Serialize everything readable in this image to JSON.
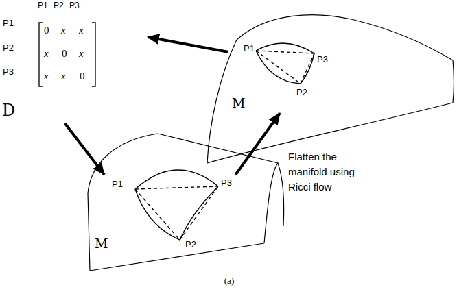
{
  "diagram": {
    "caption": "(a)",
    "nodes": [
      {
        "text": [
          "P1",
          "P2",
          "P3",
          "P1",
          "0",
          "x",
          "x",
          "P2",
          "x",
          "0",
          "x",
          "P3",
          "x",
          "x",
          "0",
          "D"
        ]
      },
      {
        "text": [
          "P1",
          "P3",
          "P2",
          "M"
        ]
      },
      {
        "text": [
          "P1",
          "P3",
          "P2",
          "M"
        ]
      }
    ],
    "edges": [
      {
        "from": 2,
        "to": 0,
        "arrow": "to"
      },
      {
        "from": 0,
        "to": 1,
        "arrow": "to"
      },
      {
        "from": 1,
        "to": 2,
        "label": "Flatten the manifold using Ricci flow",
        "arrow": "to"
      }
    ]
  }
}
